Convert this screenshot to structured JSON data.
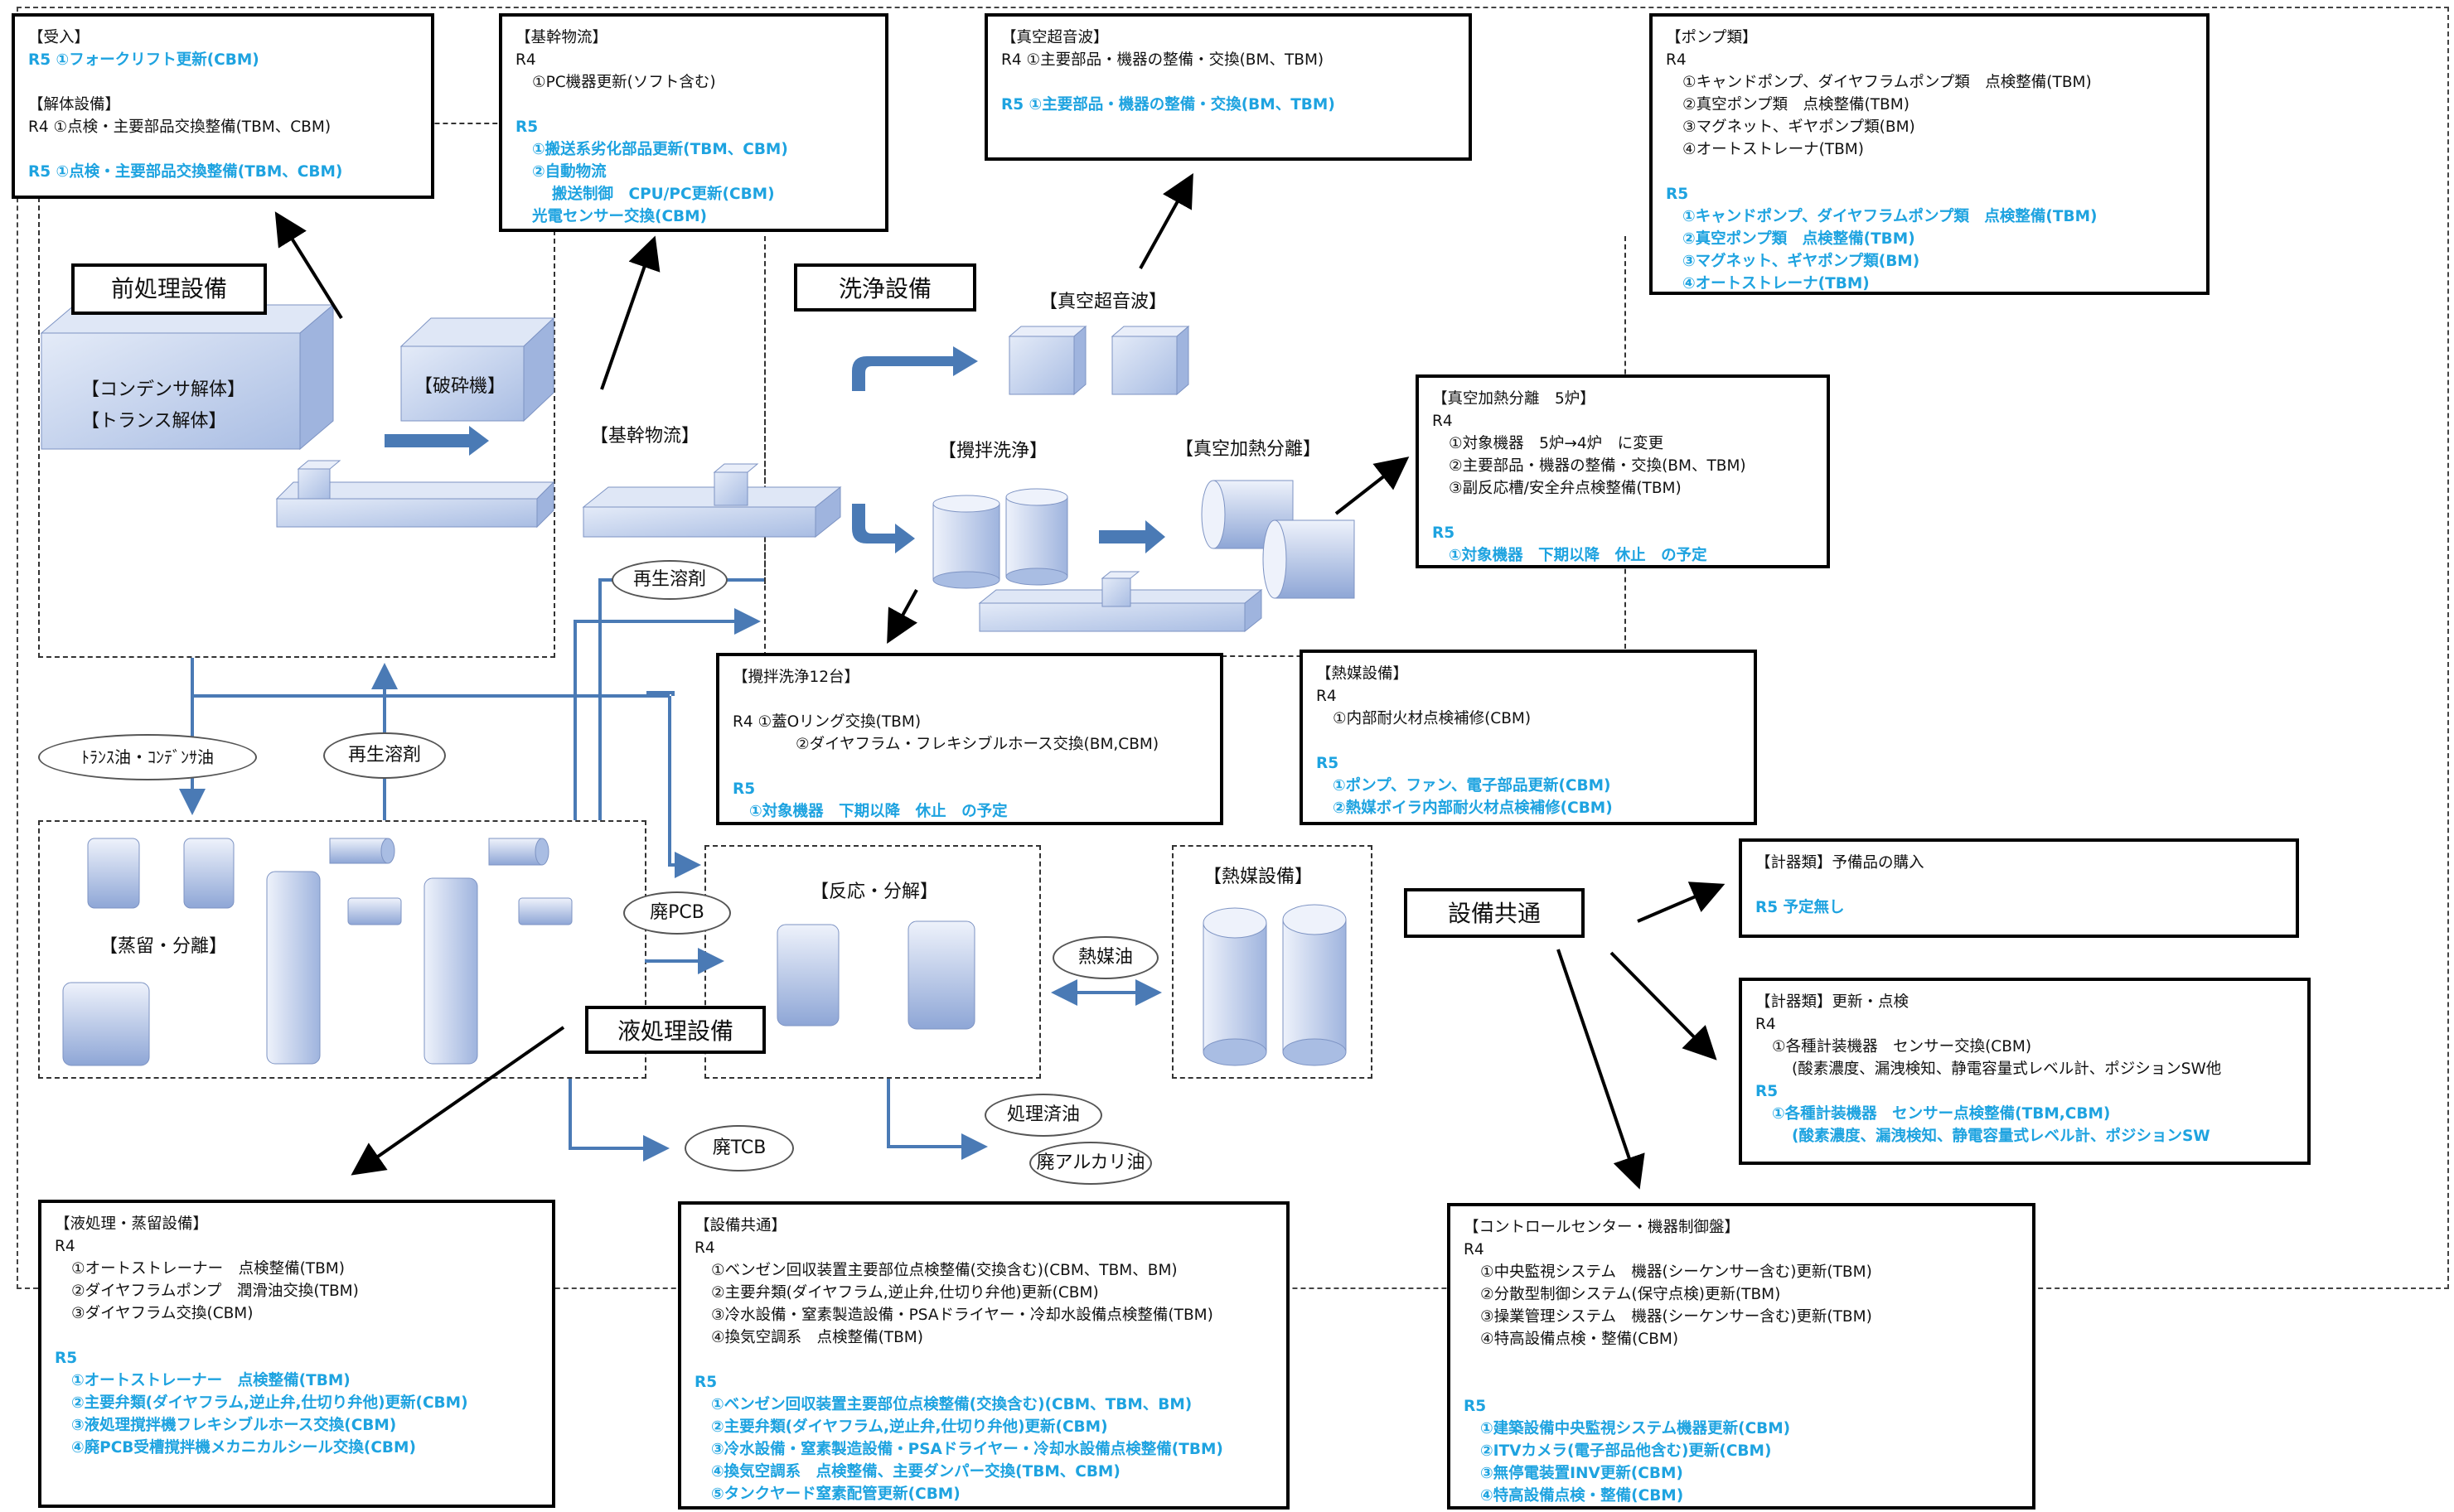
{
  "colors": {
    "r5_text": "#1ea3e0",
    "arrow_blue": "#4a7ab5",
    "equip_fill": "#c9d6ef"
  },
  "section_labels": {
    "pretreatment": "前処理設備",
    "washing": "洗浄設備",
    "liquid": "液処理設備",
    "common": "設備共通"
  },
  "equipment_labels": {
    "condenser_transformer": [
      "【コンデンサ解体】",
      "【トランス解体】"
    ],
    "crusher": "【破砕機】",
    "trunk_logistics": "【基幹物流】",
    "vacuum_ultrasonic": "【真空超音波】",
    "agitation_wash": "【攪拌洗浄】",
    "vacuum_heating": "【真空加熱分離】",
    "distillation": "【蒸留・分離】",
    "reaction": "【反応・分解】",
    "heat_medium": "【熱媒設備】"
  },
  "flow_labels": {
    "regen_solvent_1": "再生溶剤",
    "regen_solvent_2": "再生溶剤",
    "trans_oil": "ﾄﾗﾝｽ油・ｺﾝﾃﾞﾝｻ油",
    "waste_pcb": "廃PCB",
    "heat_oil": "熱媒油",
    "waste_tcb": "廃TCB",
    "treated_oil": "処理済油",
    "waste_alkali": "廃アルカリ油"
  },
  "boxes": {
    "receiving": {
      "title": "【受入】",
      "lines": [
        {
          "t": "R5  ①フォークリフト更新(CBM)",
          "r5": true
        },
        {
          "t": "",
          "gap": true
        },
        {
          "t": "【解体設備】"
        },
        {
          "t": "R4  ①点検・主要部品交換整備(TBM、CBM)"
        },
        {
          "t": "",
          "gap": true
        },
        {
          "t": "R5  ①点検・主要部品交換整備(TBM、CBM)",
          "r5": true
        }
      ]
    },
    "trunk": {
      "title": "【基幹物流】",
      "lines": [
        {
          "t": "R4"
        },
        {
          "t": "①PC機器更新(ソフト含む)",
          "ind": 1
        },
        {
          "t": "",
          "gap": true
        },
        {
          "t": "R5",
          "r5": true
        },
        {
          "t": "①搬送系劣化部品更新(TBM、CBM)",
          "r5": true,
          "ind": 1
        },
        {
          "t": "②自動物流",
          "r5": true,
          "ind": 1
        },
        {
          "t": "搬送制御　CPU/PC更新(CBM)",
          "r5": true,
          "ind": 2
        },
        {
          "t": "光電センサー交換(CBM)",
          "r5": true,
          "ind": 1
        }
      ]
    },
    "vacuum_us": {
      "title": "【真空超音波】",
      "lines": [
        {
          "t": "R4 ①主要部品・機器の整備・交換(BM、TBM)"
        },
        {
          "t": "",
          "gap": true
        },
        {
          "t": "R5 ①主要部品・機器の整備・交換(BM、TBM)",
          "r5": true
        }
      ]
    },
    "pumps": {
      "title": "【ポンプ類】",
      "lines": [
        {
          "t": "R4"
        },
        {
          "t": "①キャンドポンプ、ダイヤフラムポンプ類　点検整備(TBM)",
          "ind": 1
        },
        {
          "t": "②真空ポンプ類　点検整備(TBM)",
          "ind": 1
        },
        {
          "t": "③マグネット、ギヤポンプ類(BM)",
          "ind": 1
        },
        {
          "t": "④オートストレーナ(TBM)",
          "ind": 1
        },
        {
          "t": "",
          "gap": true
        },
        {
          "t": "R5",
          "r5": true
        },
        {
          "t": "①キャンドポンプ、ダイヤフラムポンプ類　点検整備(TBM)",
          "r5": true,
          "ind": 1
        },
        {
          "t": "②真空ポンプ類　点検整備(TBM)",
          "r5": true,
          "ind": 1
        },
        {
          "t": "③マグネット、ギヤポンプ類(BM)",
          "r5": true,
          "ind": 1
        },
        {
          "t": "④オートストレーナ(TBM)",
          "r5": true,
          "ind": 1
        }
      ]
    },
    "vac_heat": {
      "title": "【真空加熱分離　5炉】",
      "lines": [
        {
          "t": "R4"
        },
        {
          "t": "①対象機器　5炉→4炉　に変更",
          "ind": 1
        },
        {
          "t": "②主要部品・機器の整備・交換(BM、TBM)",
          "ind": 1
        },
        {
          "t": "③副反応槽/安全弁点検整備(TBM)",
          "ind": 1
        },
        {
          "t": "",
          "gap": true
        },
        {
          "t": "R5",
          "r5": true
        },
        {
          "t": "①対象機器　下期以降　休止　の予定",
          "r5": true,
          "ind": 1
        }
      ]
    },
    "agitation12": {
      "title": "【攪拌洗浄12台】",
      "lines": [
        {
          "t": "",
          "gap": true
        },
        {
          "t": "R4  ①蓋Oリング交換(TBM)"
        },
        {
          "t": "②ダイヤフラム・フレキシブルホース交換(BM,CBM)",
          "ind": 3
        },
        {
          "t": "",
          "gap": true
        },
        {
          "t": "R5",
          "r5": true
        },
        {
          "t": "①対象機器　下期以降　休止　の予定",
          "r5": true,
          "ind": 1
        }
      ]
    },
    "heat_equip": {
      "title": "【熱媒設備】",
      "lines": [
        {
          "t": "R4"
        },
        {
          "t": "①内部耐火材点検補修(CBM)",
          "ind": 1
        },
        {
          "t": "",
          "gap": true
        },
        {
          "t": "R5",
          "r5": true
        },
        {
          "t": "①ポンプ、ファン、電子部品更新(CBM)",
          "r5": true,
          "ind": 1
        },
        {
          "t": "②熱媒ボイラ内部耐火材点検補修(CBM)",
          "r5": true,
          "ind": 1
        }
      ]
    },
    "instr_purchase": {
      "title": "【計器類】予備品の購入",
      "lines": [
        {
          "t": "",
          "gap": true
        },
        {
          "t": "R5  予定無し",
          "r5": true
        }
      ]
    },
    "instr_update": {
      "title": "【計器類】更新・点検",
      "lines": [
        {
          "t": "R4"
        },
        {
          "t": "①各種計装機器　センサー交換(CBM)",
          "ind": 1
        },
        {
          "t": "(酸素濃度、漏洩検知、静電容量式レベル計、ポジションSW他",
          "ind": 2
        },
        {
          "t": "R5",
          "r5": true
        },
        {
          "t": "①各種計装機器　センサー点検整備(TBM,CBM)",
          "r5": true,
          "ind": 1
        },
        {
          "t": "(酸素濃度、漏洩検知、静電容量式レベル計、ポジションSW",
          "r5": true,
          "ind": 2
        }
      ]
    },
    "liquid_dist": {
      "title": "【液処理・蒸留設備】",
      "lines": [
        {
          "t": "R4"
        },
        {
          "t": "①オートストレーナー　点検整備(TBM)",
          "ind": 1
        },
        {
          "t": "②ダイヤフラムポンプ　潤滑油交換(TBM)",
          "ind": 1
        },
        {
          "t": "③ダイヤフラム交換(CBM)",
          "ind": 1
        },
        {
          "t": "",
          "gap": true
        },
        {
          "t": "R5",
          "r5": true
        },
        {
          "t": "①オートストレーナー　点検整備(TBM)",
          "r5": true,
          "ind": 1
        },
        {
          "t": "②主要弁類(ダイヤフラム,逆止弁,仕切り弁他)更新(CBM)",
          "r5": true,
          "ind": 1
        },
        {
          "t": "③液処理撹拌機フレキシブルホース交換(CBM)",
          "r5": true,
          "ind": 1
        },
        {
          "t": "④廃PCB受槽撹拌機メカニカルシール交換(CBM)",
          "r5": true,
          "ind": 1
        }
      ]
    },
    "common_equip": {
      "title": "【設備共通】",
      "lines": [
        {
          "t": "R4"
        },
        {
          "t": "①ベンゼン回収装置主要部位点検整備(交換含む)(CBM、TBM、BM)",
          "ind": 1
        },
        {
          "t": "②主要弁類(ダイヤフラム,逆止弁,仕切り弁他)更新(CBM)",
          "ind": 1
        },
        {
          "t": "③冷水設備・窒素製造設備・PSAドライヤー・冷却水設備点検整備(TBM)",
          "ind": 1
        },
        {
          "t": "④換気空調系　点検整備(TBM)",
          "ind": 1
        },
        {
          "t": "",
          "gap": true
        },
        {
          "t": "R5",
          "r5": true
        },
        {
          "t": "①ベンゼン回収装置主要部位点検整備(交換含む)(CBM、TBM、BM)",
          "r5": true,
          "ind": 1
        },
        {
          "t": "②主要弁類(ダイヤフラム,逆止弁,仕切り弁他)更新(CBM)",
          "r5": true,
          "ind": 1
        },
        {
          "t": "③冷水設備・窒素製造設備・PSAドライヤー・冷却水設備点検整備(TBM)",
          "r5": true,
          "ind": 1
        },
        {
          "t": "④換気空調系　点検整備、主要ダンパー交換(TBM、CBM)",
          "r5": true,
          "ind": 1
        },
        {
          "t": "⑤タンクヤード窒素配管更新(CBM)",
          "r5": true,
          "ind": 1
        }
      ]
    },
    "control": {
      "title": "【コントロールセンター・機器制御盤】",
      "lines": [
        {
          "t": "R4"
        },
        {
          "t": "①中央監視システム　機器(シーケンサー含む)更新(TBM)",
          "ind": 1
        },
        {
          "t": "②分散型制御システム(保守点検)更新(TBM)",
          "ind": 1
        },
        {
          "t": "③操業管理システム　機器(シーケンサー含む)更新(TBM)",
          "ind": 1
        },
        {
          "t": "④特高設備点検・整備(CBM)",
          "ind": 1
        },
        {
          "t": "",
          "gap": true
        },
        {
          "t": "",
          "gap": true
        },
        {
          "t": "R5",
          "r5": true
        },
        {
          "t": "①建築設備中央監視システム機器更新(CBM)",
          "r5": true,
          "ind": 1
        },
        {
          "t": "②ITVカメラ(電子部品他含む)更新(CBM)",
          "r5": true,
          "ind": 1
        },
        {
          "t": "③無停電装置INV更新(CBM)",
          "r5": true,
          "ind": 1
        },
        {
          "t": "④特高設備点検・整備(CBM)",
          "r5": true,
          "ind": 1
        }
      ]
    }
  }
}
